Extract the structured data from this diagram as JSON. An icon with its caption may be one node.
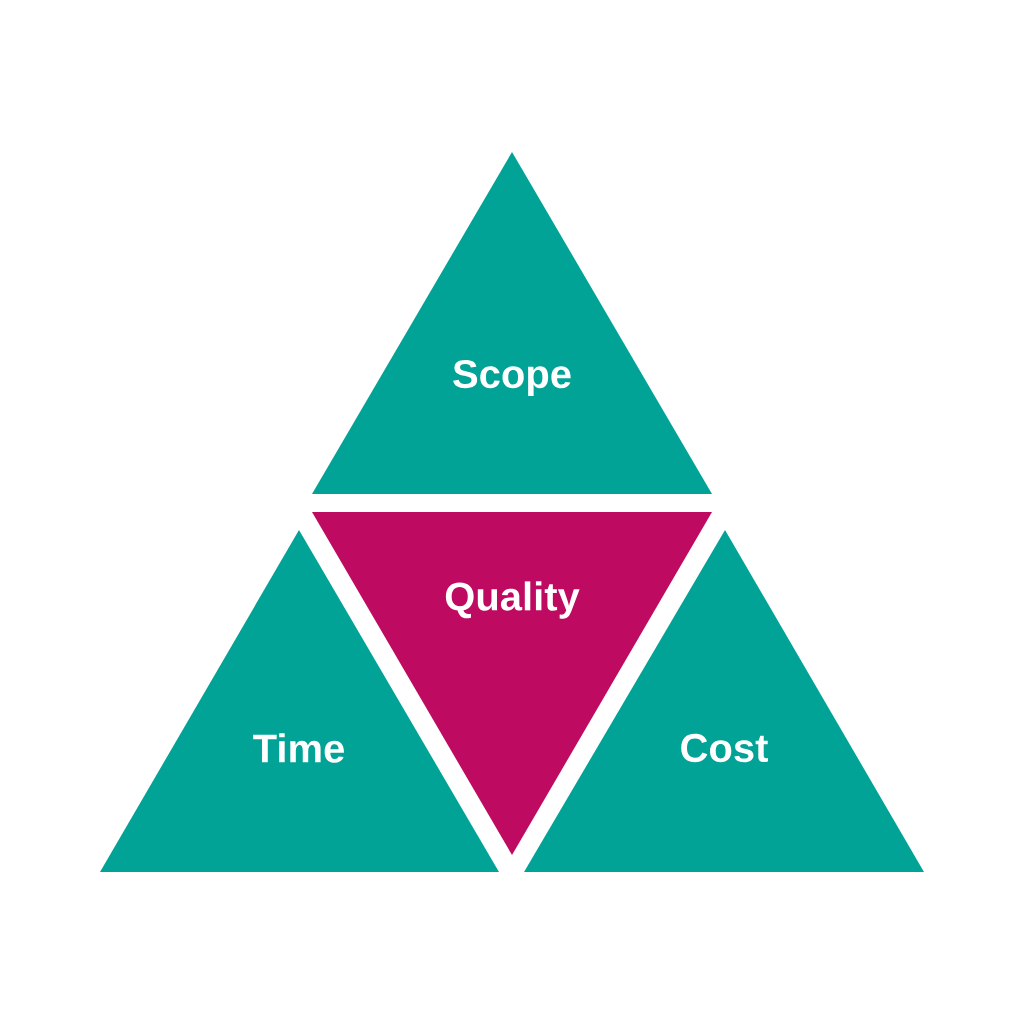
{
  "diagram": {
    "nodes": [
      {
        "text": [
          "Scope"
        ]
      },
      {
        "text": [
          "Quality"
        ]
      },
      {
        "text": [
          "Time"
        ]
      },
      {
        "text": [
          "Cost"
        ]
      }
    ]
  }
}
